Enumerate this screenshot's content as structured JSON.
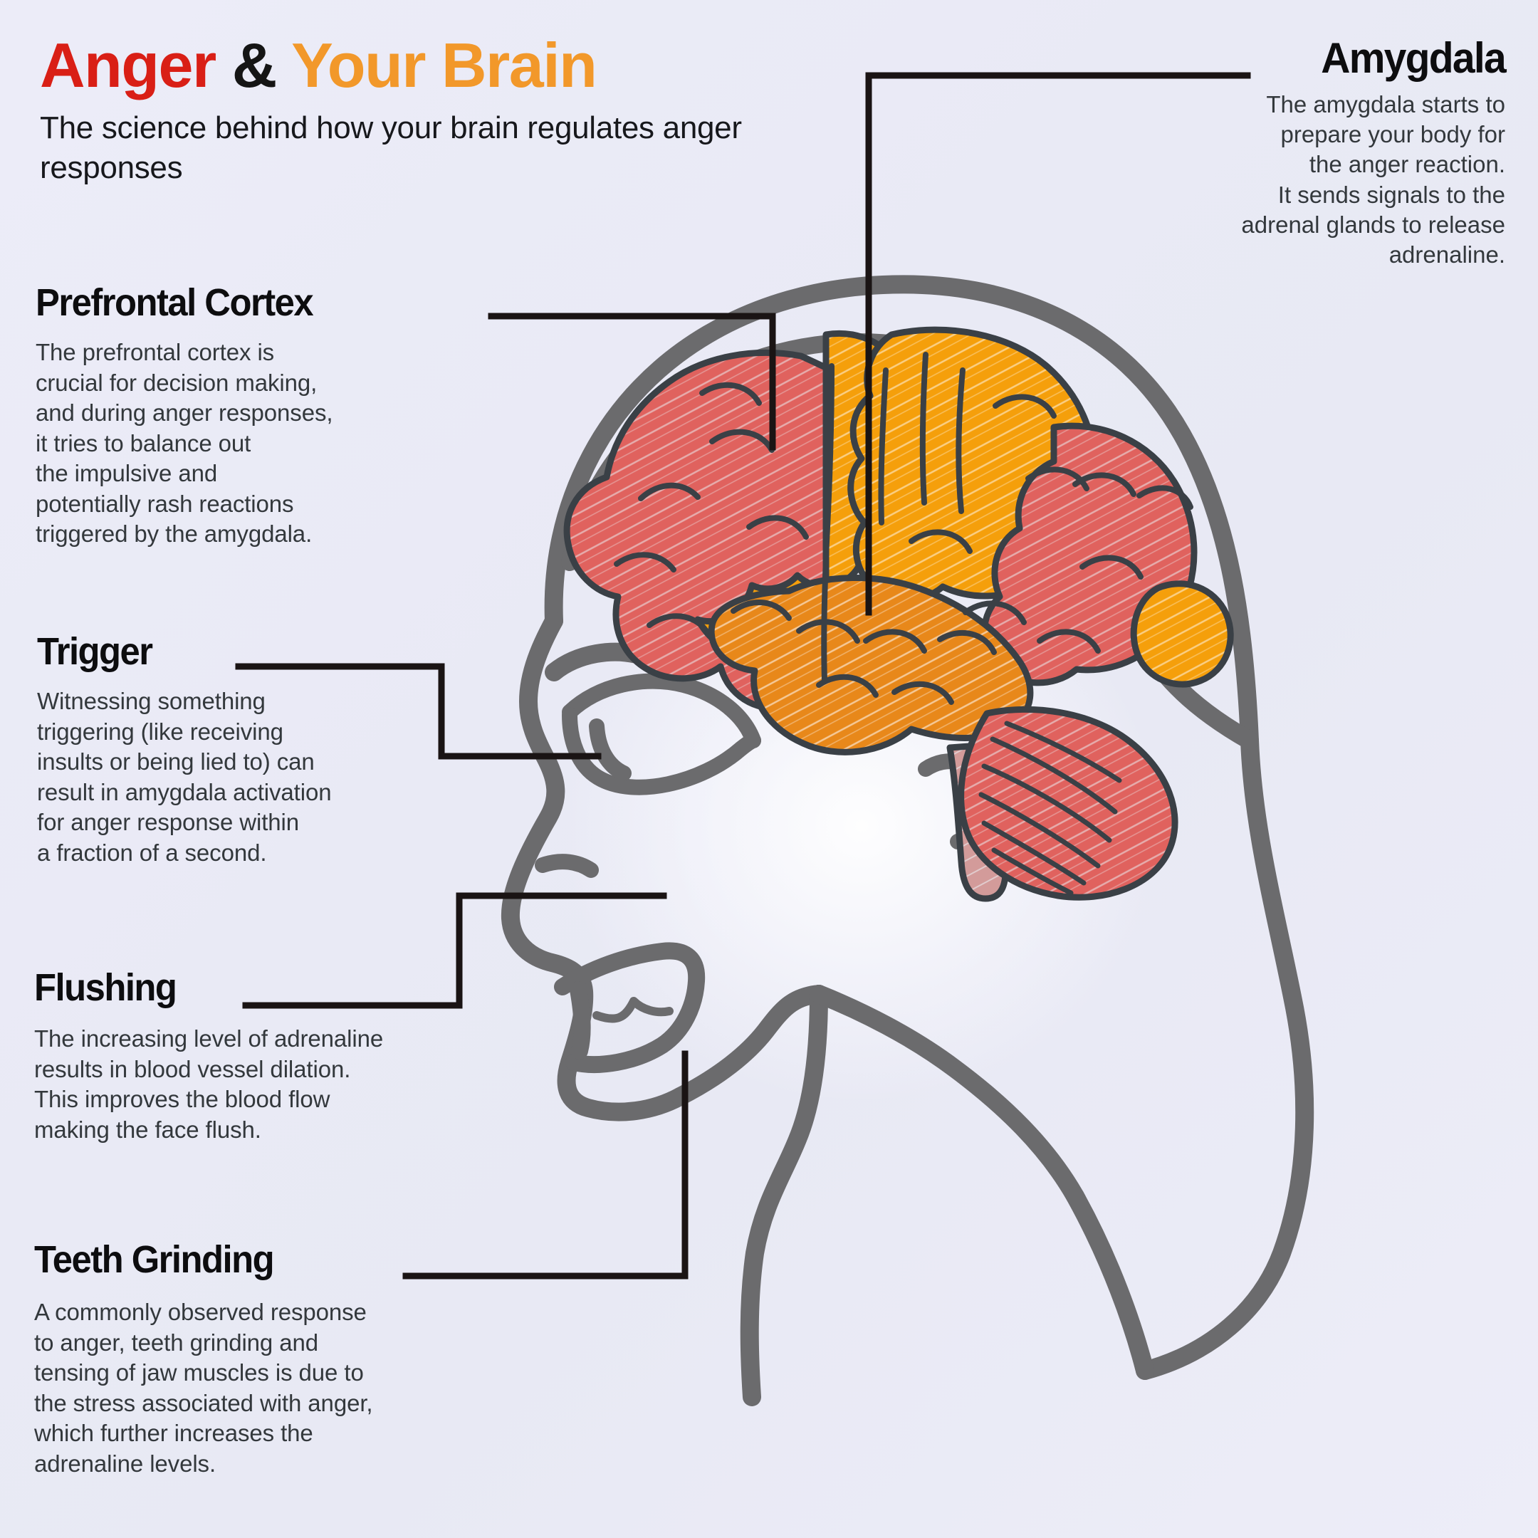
{
  "title": {
    "word1": "Anger",
    "word2": "&",
    "word3": "Your Brain",
    "subtitle": "The science behind how your brain\nregulates anger responses"
  },
  "colors": {
    "accent_red": "#d91f16",
    "accent_orange": "#f2982a",
    "brain_red": "#e0625e",
    "brain_orange": "#f59f0b",
    "brain_orange_dark": "#e8881a",
    "outline": "#3a4046",
    "head_outline": "#6b6b6d",
    "background": "#ececf8",
    "body_text": "#33383c",
    "leader_line": "#1a1414"
  },
  "sections": [
    {
      "id": "prefrontal-cortex",
      "heading": "Prefrontal Cortex",
      "body": "The prefrontal cortex is\ncrucial for decision making,\nand during anger responses,\nit tries to balance out\nthe impulsive and\npotentially rash reactions\ntriggered by the amygdala."
    },
    {
      "id": "trigger",
      "heading": "Trigger",
      "body": "Witnessing something\ntriggering (like receiving\ninsults or being lied to) can\nresult in amygdala activation\nfor anger response within\na fraction of a second."
    },
    {
      "id": "flushing",
      "heading": "Flushing",
      "body": "The increasing level of adrenaline\nresults in blood vessel dilation.\nThis improves the blood flow\nmaking the face flush."
    },
    {
      "id": "teeth-grinding",
      "heading": "Teeth Grinding",
      "body": "A commonly observed response\nto anger, teeth grinding and\ntensing of jaw muscles is due to\nthe stress associated with anger,\nwhich further increases the\nadrenaline levels."
    }
  ],
  "amygdala": {
    "heading": "Amygdala",
    "body": "The amygdala starts to\nprepare your body for\nthe anger reaction.\nIt sends signals to the\nadrenal glands to release\nadrenaline."
  }
}
